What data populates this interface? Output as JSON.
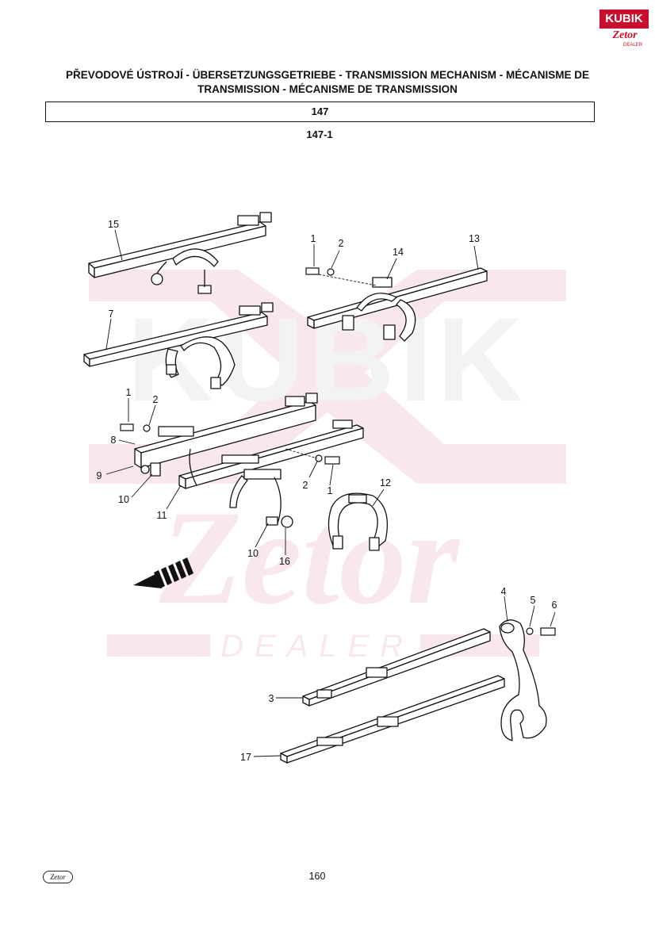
{
  "brand": {
    "top": "KUBIK",
    "middle": "Zetor",
    "bottom": "DEALER"
  },
  "header": {
    "title_line1": "PŘEVODOVÉ ÚSTROJÍ - ÜBERSETZUNGSGETRIEBE - TRANSMISSION MECHANISM - MÉCANISME DE",
    "title_line2": "TRANSMISSION - MÉCANISME DE TRANSMISSION",
    "group": "147",
    "figure": "147-1"
  },
  "watermark": {
    "line1": "KUBIK",
    "line2": "Zetor",
    "line3": "DEALER"
  },
  "callouts": [
    "15",
    "1",
    "2",
    "14",
    "13",
    "7",
    "1",
    "2",
    "8",
    "9",
    "10",
    "11",
    "2",
    "1",
    "12",
    "10",
    "16",
    "4",
    "5",
    "6",
    "3",
    "17"
  ],
  "footer": {
    "logo_text": "Zetor",
    "page_number": "160"
  }
}
